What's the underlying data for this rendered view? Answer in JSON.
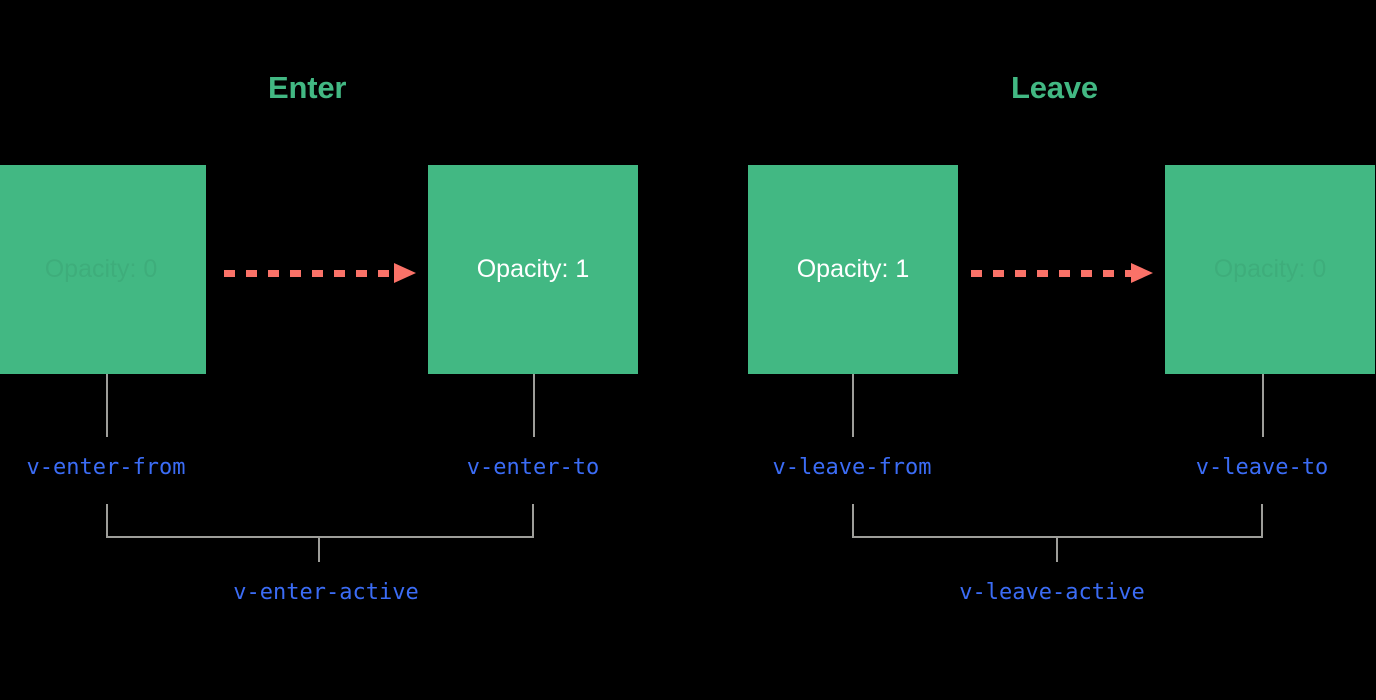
{
  "diagram": {
    "title_enter": "Enter",
    "title_leave": "Leave",
    "colors": {
      "background": "#000000",
      "box_green": "#42b883",
      "heading_green": "#42b883",
      "arrow_coral": "#fa7268",
      "label_blue": "#3b6cf5",
      "connector_gray": "#9e9e9a",
      "box_text_white": "#ffffff"
    },
    "enter": {
      "heading": "Enter",
      "from_box_text": "Opacity: 0",
      "to_box_text": "Opacity: 1",
      "from_label": "v-enter-from",
      "to_label": "v-enter-to",
      "active_label": "v-enter-active"
    },
    "leave": {
      "heading": "Leave",
      "from_box_text": "Opacity: 1",
      "to_box_text": "Opacity: 0",
      "from_label": "v-leave-from",
      "to_label": "v-leave-to",
      "active_label": "v-leave-active"
    }
  }
}
